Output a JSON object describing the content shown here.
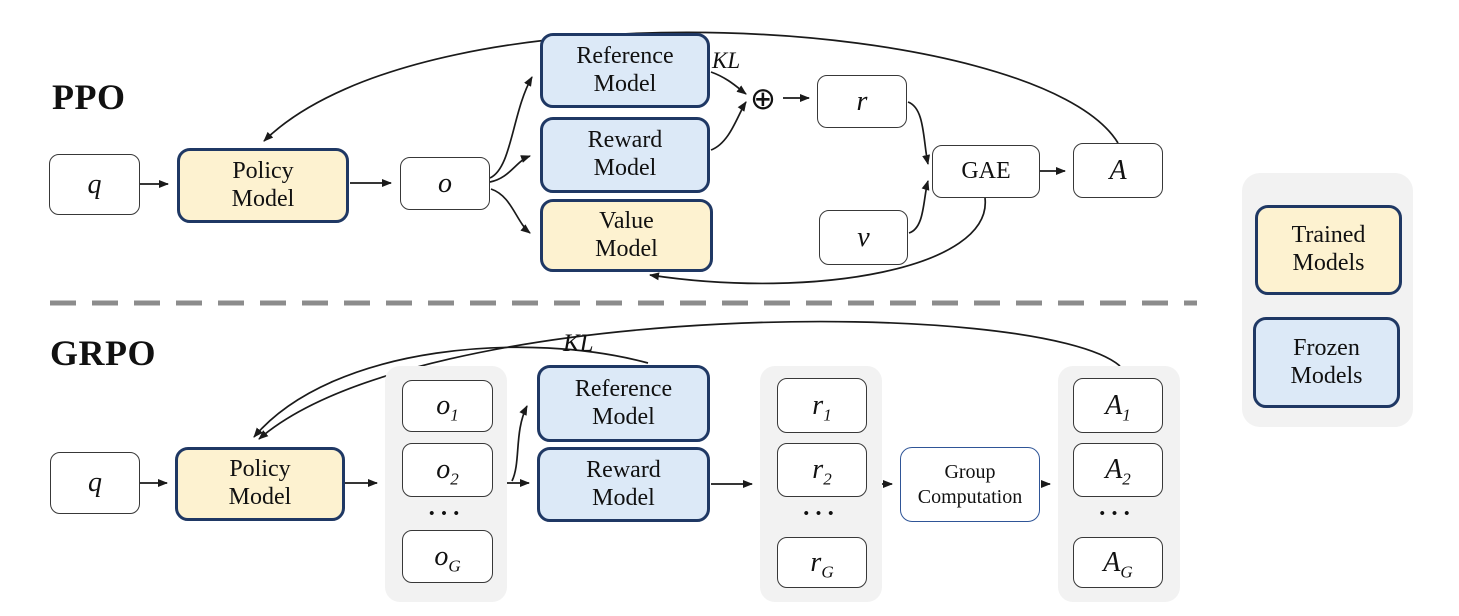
{
  "sections": {
    "ppo": {
      "title": "PPO",
      "kl_label": "KL",
      "oplus_symbol": "⊕",
      "boxes": {
        "q": {
          "base": "q"
        },
        "policy": {
          "label": "Policy\nModel"
        },
        "o": {
          "base": "o"
        },
        "reference": {
          "label": "Reference\nModel"
        },
        "reward": {
          "label": "Reward\nModel"
        },
        "value": {
          "label": "Value\nModel"
        },
        "r": {
          "base": "r"
        },
        "v": {
          "base": "v"
        },
        "gae": {
          "label": "GAE"
        },
        "a": {
          "base": "A"
        }
      }
    },
    "grpo": {
      "title": "GRPO",
      "kl_label": "KL",
      "dots": "•••",
      "boxes": {
        "q": {
          "base": "q"
        },
        "policy": {
          "label": "Policy\nModel"
        },
        "o1": {
          "base": "o",
          "sub": "1"
        },
        "o2": {
          "base": "o",
          "sub": "2"
        },
        "oG": {
          "base": "o",
          "sub": "G"
        },
        "reference": {
          "label": "Reference\nModel"
        },
        "reward": {
          "label": "Reward\nModel"
        },
        "r1": {
          "base": "r",
          "sub": "1"
        },
        "r2": {
          "base": "r",
          "sub": "2"
        },
        "rG": {
          "base": "r",
          "sub": "G"
        },
        "group_computation": {
          "label": "Group\nComputation"
        },
        "a1": {
          "base": "A",
          "sub": "1"
        },
        "a2": {
          "base": "A",
          "sub": "2"
        },
        "aG": {
          "base": "A",
          "sub": "G"
        }
      }
    }
  },
  "legend": {
    "trained": "Trained\nModels",
    "frozen": "Frozen\nModels"
  },
  "colors": {
    "trained_fill": "#FDF2D0",
    "frozen_fill": "#DCE9F7",
    "model_border": "#1F3864",
    "plain_border": "#383838",
    "group_fill": "#F2F2F2",
    "divider": "#8C8C8C",
    "arrow": "#1A1A1A",
    "background": "#FFFFFF"
  }
}
